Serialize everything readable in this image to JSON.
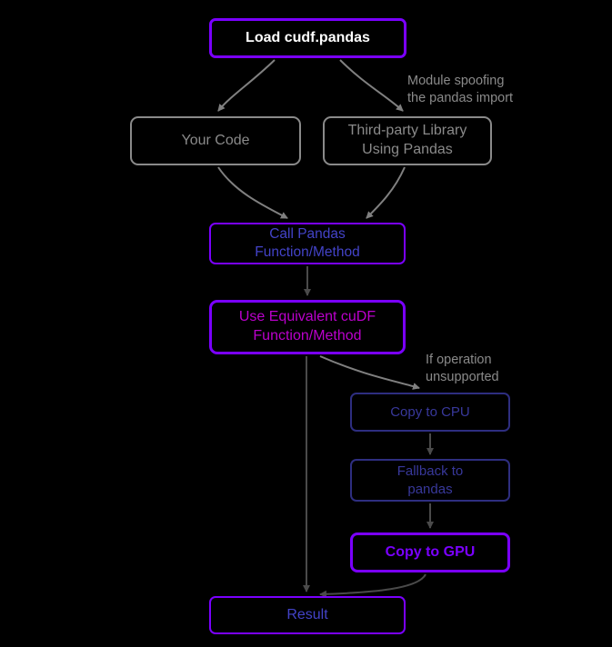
{
  "colors": {
    "background": "#000000",
    "purple": "#7a00ff",
    "bluepurple": "#4343c8",
    "magenta": "#bb00cc",
    "gray": "#8a8a8a",
    "navy": "#2e2e80",
    "navytext": "#38389b",
    "white": "#ffffff",
    "arrowgray": "#808080",
    "arrowdark": "#4a4a4a"
  },
  "nodes": {
    "load": {
      "label": "Load cudf.pandas"
    },
    "your_code": {
      "label": "Your Code"
    },
    "third_party": {
      "label": "Third-party Library\nUsing Pandas"
    },
    "call_pandas": {
      "label": "Call Pandas\nFunction/Method"
    },
    "use_cudf": {
      "label": "Use Equivalent cuDF\nFunction/Method"
    },
    "copy_cpu": {
      "label": "Copy to CPU"
    },
    "fallback": {
      "label": "Fallback to\npandas"
    },
    "copy_gpu": {
      "label": "Copy to GPU"
    },
    "result": {
      "label": "Result"
    }
  },
  "annotations": {
    "module_spoofing": "Module spoofing\nthe pandas import",
    "if_unsupported": "If operation\nunsupported"
  }
}
